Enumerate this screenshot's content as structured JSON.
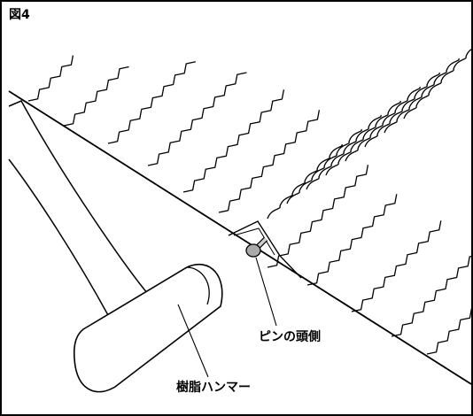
{
  "figure": {
    "label": "図4"
  },
  "labels": {
    "pin_head": "ピンの頭側",
    "hammer": "樹脂ハンマー"
  },
  "colors": {
    "line": "#000000",
    "pin_fill": "#aaaaaa",
    "background": "#ffffff"
  }
}
